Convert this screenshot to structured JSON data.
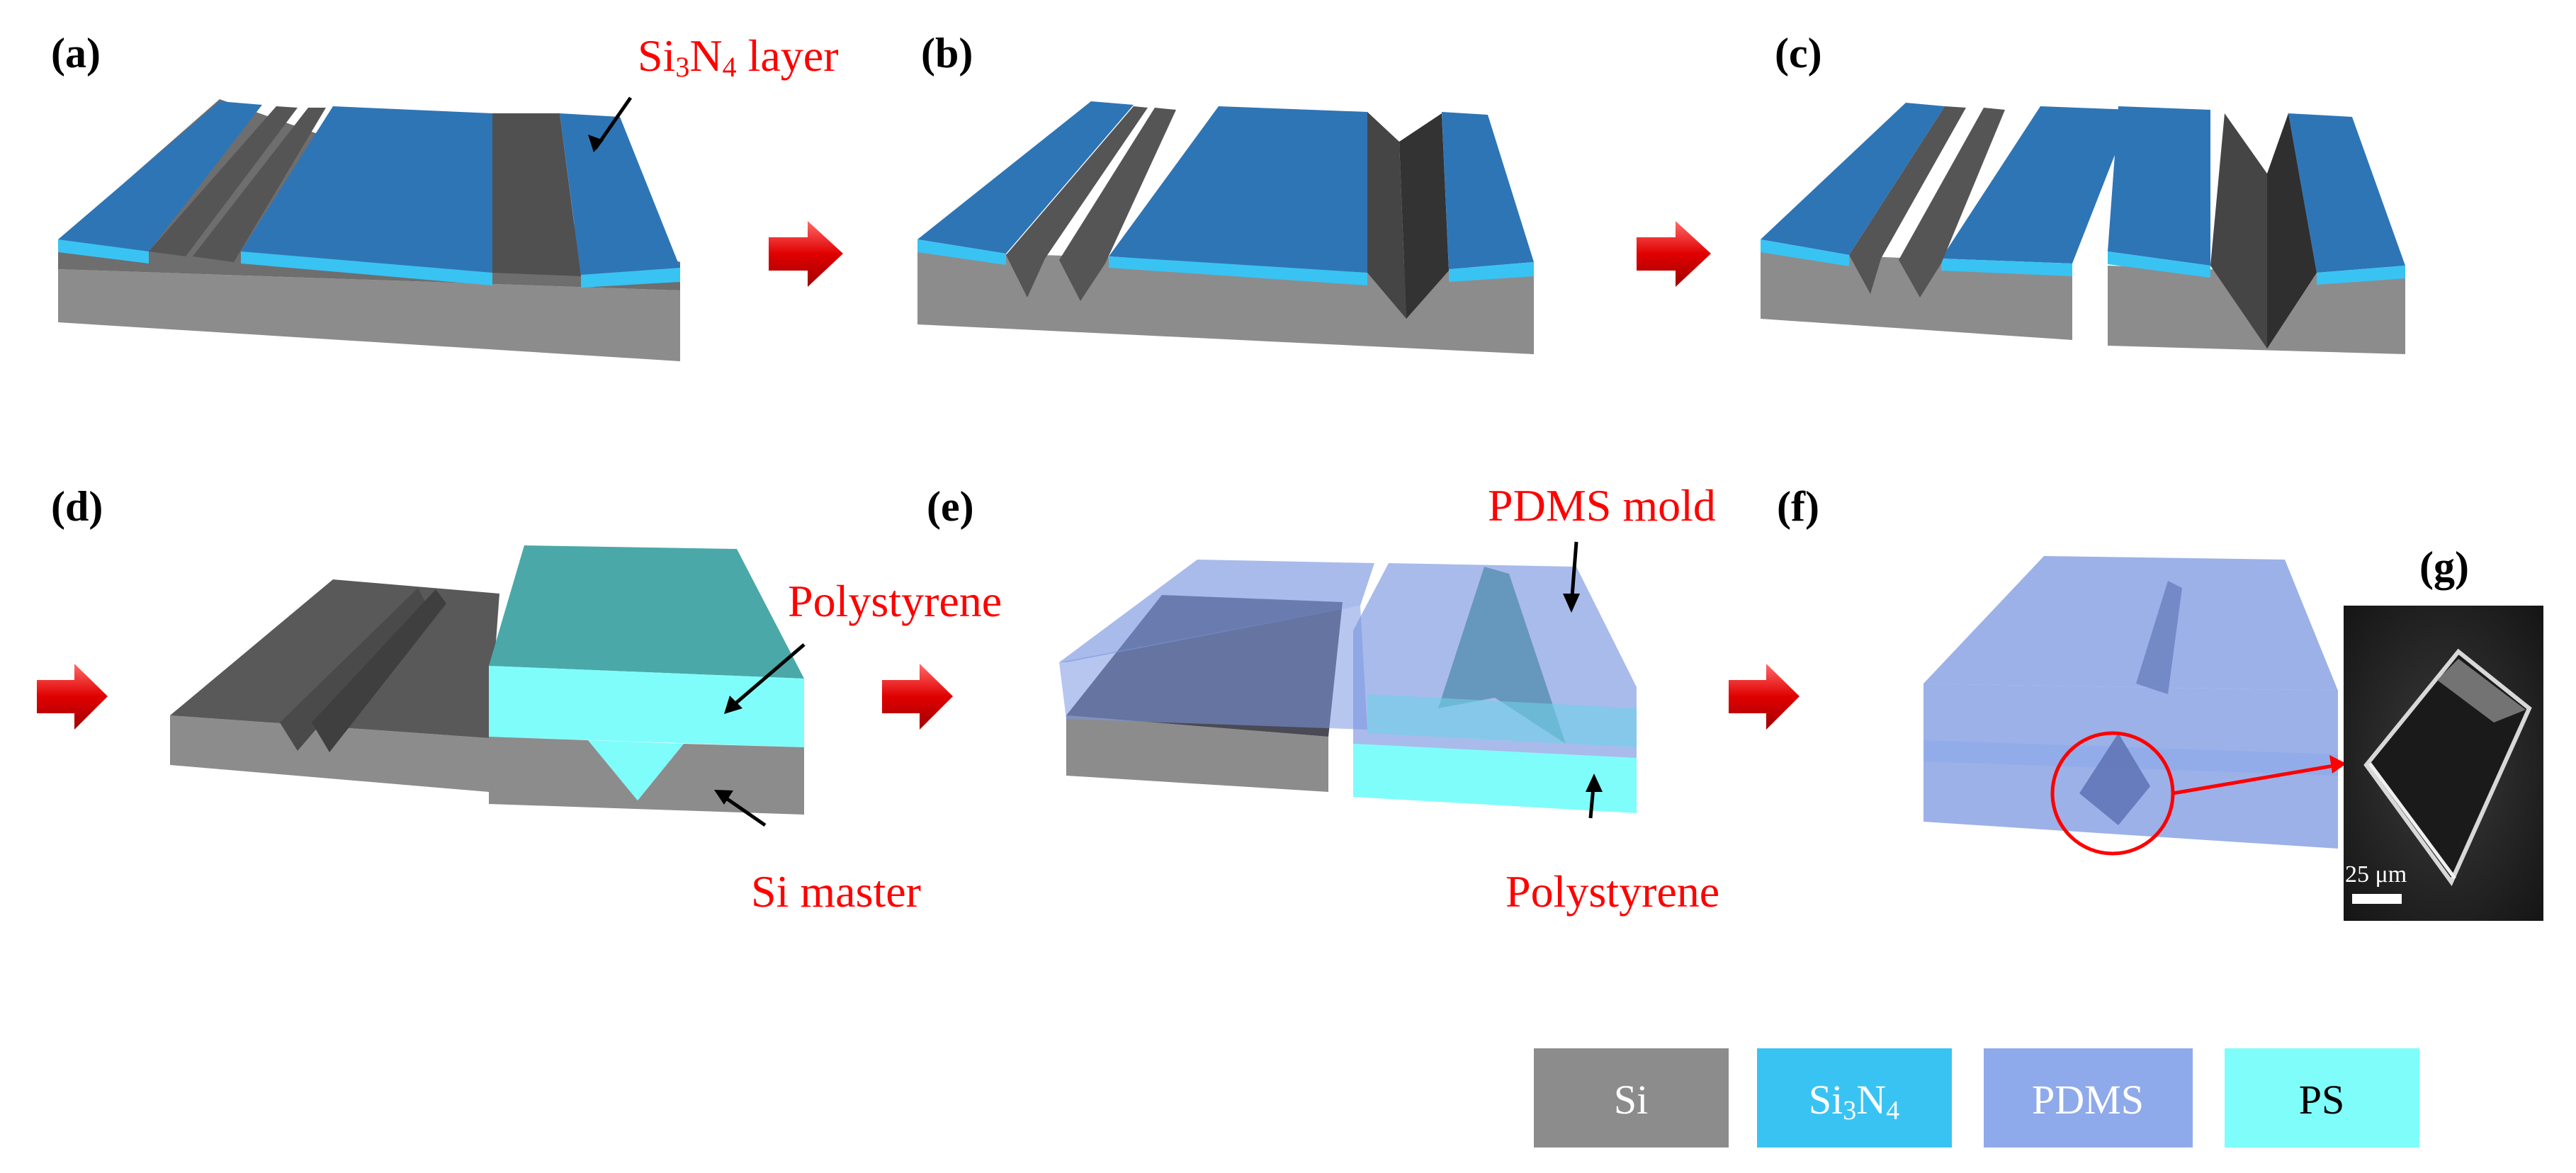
{
  "panels": {
    "a": "(a)",
    "b": "(b)",
    "c": "(c)",
    "d": "(d)",
    "e": "(e)",
    "f": "(f)",
    "g": "(g)"
  },
  "callouts": {
    "si3n4_layer": {
      "main": "Si",
      "sub": "3",
      "mid": "N",
      "sub2": "4",
      "tail": " layer"
    },
    "polystyrene_d": "Polystyrene",
    "si_master": "Si master",
    "pdms_mold": "PDMS mold",
    "polystyrene_e": "Polystyrene"
  },
  "scale_bar": "25 μm",
  "legend": [
    {
      "key": "si",
      "label": "Si",
      "color": "#8c8c8c",
      "text_color": "#ffffff"
    },
    {
      "key": "si3n4",
      "label": "Si",
      "sub": "3",
      "label2": "N",
      "sub2": "4",
      "color": "#39c3f3",
      "text_color": "#ffffff"
    },
    {
      "key": "pdms",
      "label": "PDMS",
      "color": "#8faaea",
      "text_color": "#ffffff"
    },
    {
      "key": "ps",
      "label": "PS",
      "color": "#7ffdfb",
      "text_color": "#000000"
    }
  ],
  "colors": {
    "si_side": "#8c8c8c",
    "si_top": "#5a5a5a",
    "si3n4_side": "#39c3f3",
    "si3n4_top": "#2e75b6",
    "pdms": "#7b97e0",
    "ps": "#7ffdfb",
    "ps_top": "#4aa8a8",
    "callout": "#ff0000",
    "arrow": "#e00000"
  }
}
